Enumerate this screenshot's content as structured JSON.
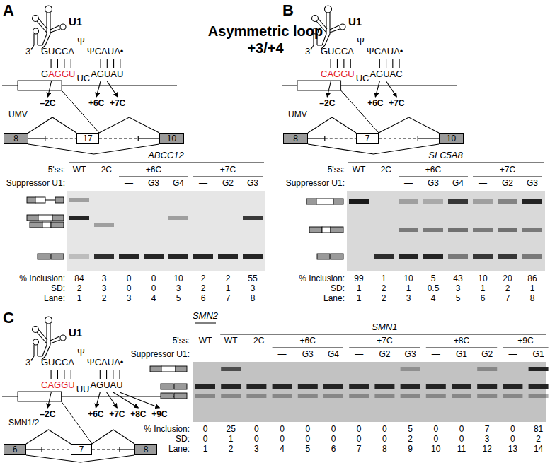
{
  "diagram": {
    "nodes": [
      {
        "text": [
          "8"
        ]
      },
      {
        "text": [
          "17"
        ]
      },
      {
        "text": [
          "10"
        ]
      },
      {
        "text": [
          "8"
        ]
      },
      {
        "text": [
          "7"
        ]
      },
      {
        "text": [
          "10"
        ]
      },
      {
        "text": [
          "6"
        ]
      },
      {
        "text": [
          "7"
        ]
      },
      {
        "text": [
          "8"
        ]
      }
    ],
    "edges": [
      {
        "from": 0,
        "to": 1,
        "arrow": "none"
      },
      {
        "from": 1,
        "to": 2,
        "arrow": "none"
      },
      {
        "from": 0,
        "to": 2,
        "arrow": "none"
      },
      {
        "from": 3,
        "to": 4,
        "arrow": "none"
      },
      {
        "from": 4,
        "to": 5,
        "arrow": "none"
      },
      {
        "from": 3,
        "to": 5,
        "arrow": "none"
      },
      {
        "from": 6,
        "to": 7,
        "arrow": "none"
      },
      {
        "from": 7,
        "to": 8,
        "arrow": "none"
      },
      {
        "from": 6,
        "to": 8,
        "arrow": "none"
      }
    ],
    "labels": [
      "A",
      "U1",
      "3'",
      "GUCCA",
      "Ψ",
      "ΨCAUA•",
      "G",
      "AGGU",
      "UC",
      "AGUAU",
      "–2C",
      "+6C",
      "+7C",
      "UMV",
      "ABCC12",
      "5'ss:",
      "WT",
      "–2C",
      "+6C",
      "+7C",
      "Suppressor U1:",
      "—",
      "G3",
      "G4",
      "—",
      "G2",
      "G3",
      "% Inclusion:",
      "84",
      "3",
      "0",
      "0",
      "10",
      "2",
      "2",
      "55",
      "SD:",
      "2",
      "3",
      "0",
      "0",
      "3",
      "2",
      "1",
      "3",
      "Lane:",
      "1",
      "2",
      "3",
      "4",
      "5",
      "6",
      "7",
      "8",
      "Asymmetric loop +3/+4",
      "B",
      "U1",
      "3'",
      "GUCCA",
      "Ψ",
      "ΨCAUA•",
      "CAGGU",
      "UC",
      "AGUAC",
      "–2C",
      "+6C",
      "+7C",
      "UMV",
      "SLC5A8",
      "5'ss:",
      "WT",
      "–2C",
      "+6C",
      "+7C",
      "Suppressor U1:",
      "—",
      "G3",
      "G4",
      "—",
      "G2",
      "G3",
      "% Inclusion:",
      "99",
      "1",
      "10",
      "5",
      "43",
      "10",
      "20",
      "86",
      "SD:",
      "1",
      "2",
      "1",
      "0.5",
      "3",
      "1",
      "2",
      "1",
      "Lane:",
      "1",
      "2",
      "3",
      "4",
      "5",
      "6",
      "7",
      "8",
      "C",
      "U1",
      "3'",
      "GUCCA",
      "Ψ",
      "ΨCAUA•",
      "CAGGU",
      "UU",
      "AGUAU",
      "–2C",
      "+6C",
      "+7C",
      "+8C",
      "+9C",
      "SMN1/2",
      "SMN2",
      "SMN1",
      "5'ss:",
      "WT",
      "WT",
      "–2C",
      "+6C",
      "+7C",
      "+8C",
      "+9C",
      "Suppressor U1:",
      "—",
      "G3",
      "G4",
      "—",
      "G2",
      "G3",
      "—",
      "G1",
      "G2",
      "—",
      "G1",
      "% Inclusion:",
      "0",
      "25",
      "0",
      "0",
      "0",
      "0",
      "0",
      "0",
      "5",
      "0",
      "0",
      "7",
      "0",
      "81",
      "SD:",
      "0",
      "1",
      "0",
      "0",
      "0",
      "0",
      "0",
      "0",
      "2",
      "0",
      "0",
      "3",
      "0",
      "2",
      "Lane:",
      "1",
      "2",
      "3",
      "4",
      "5",
      "6",
      "7",
      "8",
      "9",
      "10",
      "11",
      "12",
      "13",
      "14"
    ]
  }
}
